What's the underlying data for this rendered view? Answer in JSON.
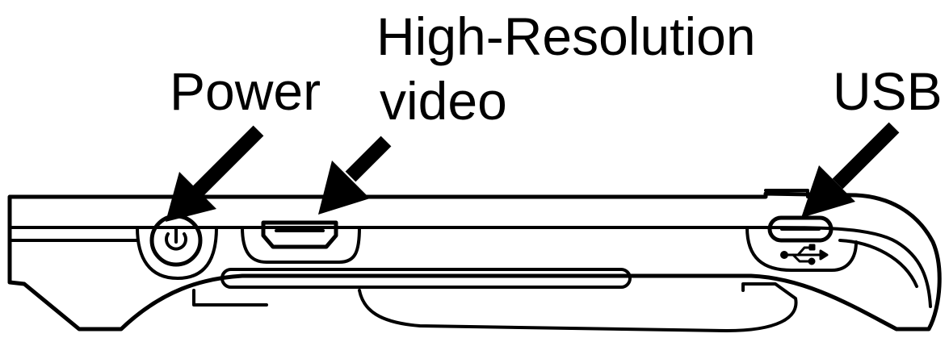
{
  "labels": {
    "power": "Power",
    "hdmi_line1": "High-Resolution",
    "hdmi_line2": "video",
    "usb": "USB"
  },
  "icons": {
    "power": "power-icon",
    "hdmi": "hdmi-port-icon",
    "usb": "usb-trident-icon"
  },
  "colors": {
    "ink": "#000000",
    "paper": "#ffffff"
  }
}
